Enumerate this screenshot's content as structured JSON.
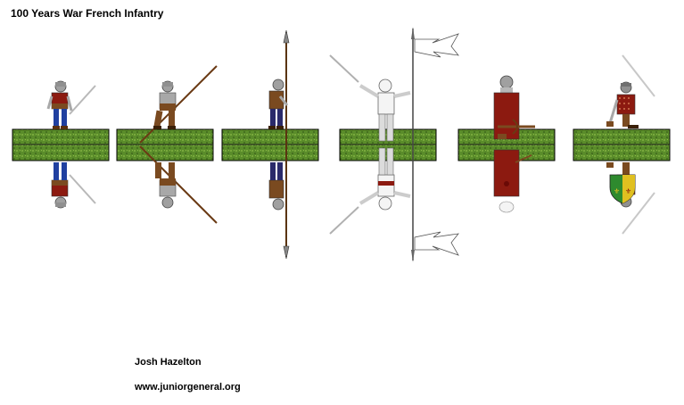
{
  "sheet": {
    "title": "100 Years War French Infantry",
    "author": "Josh Hazelton",
    "website": "www.juniorgeneral.org"
  },
  "figures": [
    {
      "name": "swordsman",
      "icon": "swordsman-figure-icon"
    },
    {
      "name": "spearman",
      "icon": "spearman-figure-icon"
    },
    {
      "name": "pikeman",
      "icon": "pikeman-figure-icon"
    },
    {
      "name": "knight-with-banner",
      "icon": "knight-banner-figure-icon"
    },
    {
      "name": "crossbowman",
      "icon": "crossbowman-figure-icon"
    },
    {
      "name": "kneeling-swordsman",
      "icon": "kneeling-swordsman-figure-icon"
    }
  ],
  "colors": {
    "grass": "#5a8c2a",
    "grass_light": "#78a83c",
    "armor": "#a8a8a8",
    "tunic_red": "#8c1a10",
    "tunic_brown": "#7a4a20",
    "hose_blue": "#2040a0",
    "white_knight": "#f4f4f4",
    "shield_green": "#2e8a2e",
    "shield_yellow": "#e0c020"
  }
}
